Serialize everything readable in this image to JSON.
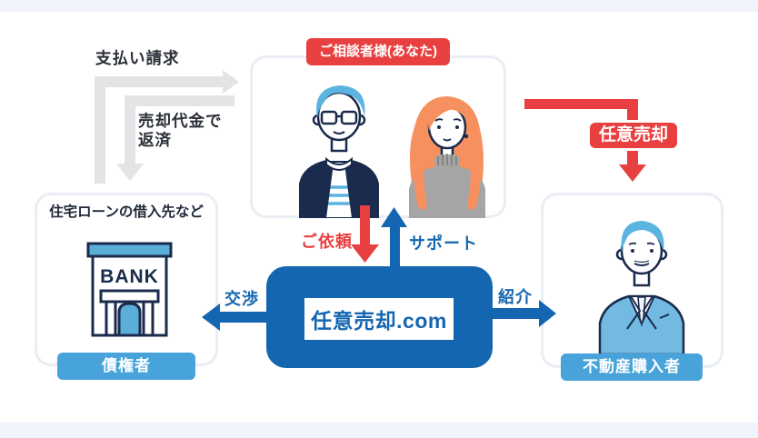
{
  "consultant": {
    "badge": "ご相談者様(あなた)"
  },
  "lender": {
    "title": "住宅ローンの借入先など",
    "badge": "債権者",
    "bank_sign": "BANK"
  },
  "buyer": {
    "badge": "不動産購入者"
  },
  "company": {
    "name": "任意売却.com"
  },
  "flows": {
    "payment_demand": "支払い請求",
    "repay_line1": "売却代金で",
    "repay_line2": "返済",
    "request": "ご依頼",
    "support": "サポート",
    "negotiate": "交渉",
    "introduce": "紹介",
    "voluntary_sale": "任意売却"
  },
  "colors": {
    "red": "#e84040",
    "blue": "#1566b1",
    "light_blue_badge": "#47a3da",
    "illustration_blue": "#5bb3e0",
    "gray_arrow": "#e4e4e6",
    "panel_border": "#e9edf4",
    "navy_outline": "#1b2b4d",
    "background_strip": "#f0f3fb"
  }
}
